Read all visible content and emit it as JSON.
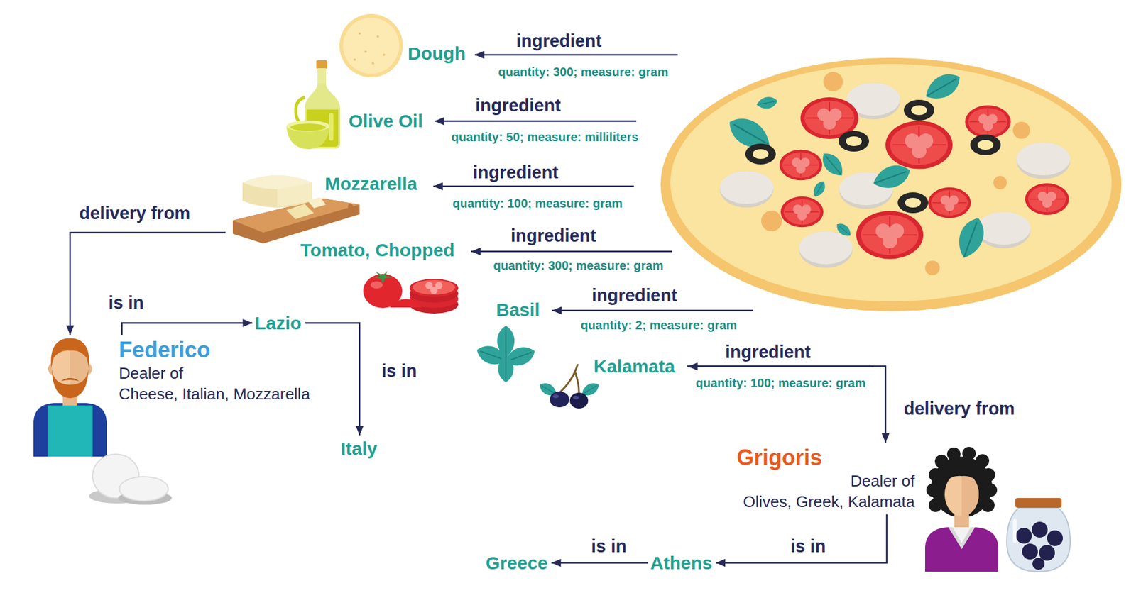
{
  "diagram": {
    "nodes": [
      {
        "text": [
          "Dough"
        ]
      },
      {
        "text": [
          "Olive Oil"
        ]
      },
      {
        "text": [
          "Mozzarella"
        ]
      },
      {
        "text": [
          "Tomato, Chopped"
        ]
      },
      {
        "text": [
          "Basil"
        ]
      },
      {
        "text": [
          "Kalamata"
        ]
      },
      {
        "text": [
          "Federico",
          "Dealer of Cheese, Italian, Mozzarella"
        ]
      },
      {
        "text": [
          "Lazio"
        ]
      },
      {
        "text": [
          "Italy"
        ]
      },
      {
        "text": [
          "Grigoris",
          "Dealer of Olives, Greek, Kalamata"
        ]
      },
      {
        "text": [
          "Athens"
        ]
      },
      {
        "text": [
          "Greece"
        ]
      }
    ],
    "edges": [
      {
        "from": 2,
        "to": 6,
        "label": "delivery from",
        "arrow": "to"
      },
      {
        "from": 6,
        "to": 7,
        "label": "is in",
        "arrow": "to"
      },
      {
        "from": 7,
        "to": 8,
        "label": "is in",
        "arrow": "to"
      },
      {
        "from": 5,
        "to": 9,
        "label": "delivery from",
        "arrow": "to"
      },
      {
        "from": 9,
        "to": 10,
        "label": "is in",
        "arrow": "to"
      },
      {
        "from": 10,
        "to": 11,
        "label": "is in",
        "arrow": "to"
      }
    ],
    "labels": [
      "ingredient",
      "quantity: 300; measure: gram",
      "ingredient",
      "quantity: 50; measure: milliliters",
      "ingredient",
      "quantity: 100; measure: gram",
      "ingredient",
      "quantity: 300; measure: gram",
      "ingredient",
      "quantity: 2; measure: gram",
      "ingredient",
      "quantity: 100; measure: gram"
    ]
  }
}
